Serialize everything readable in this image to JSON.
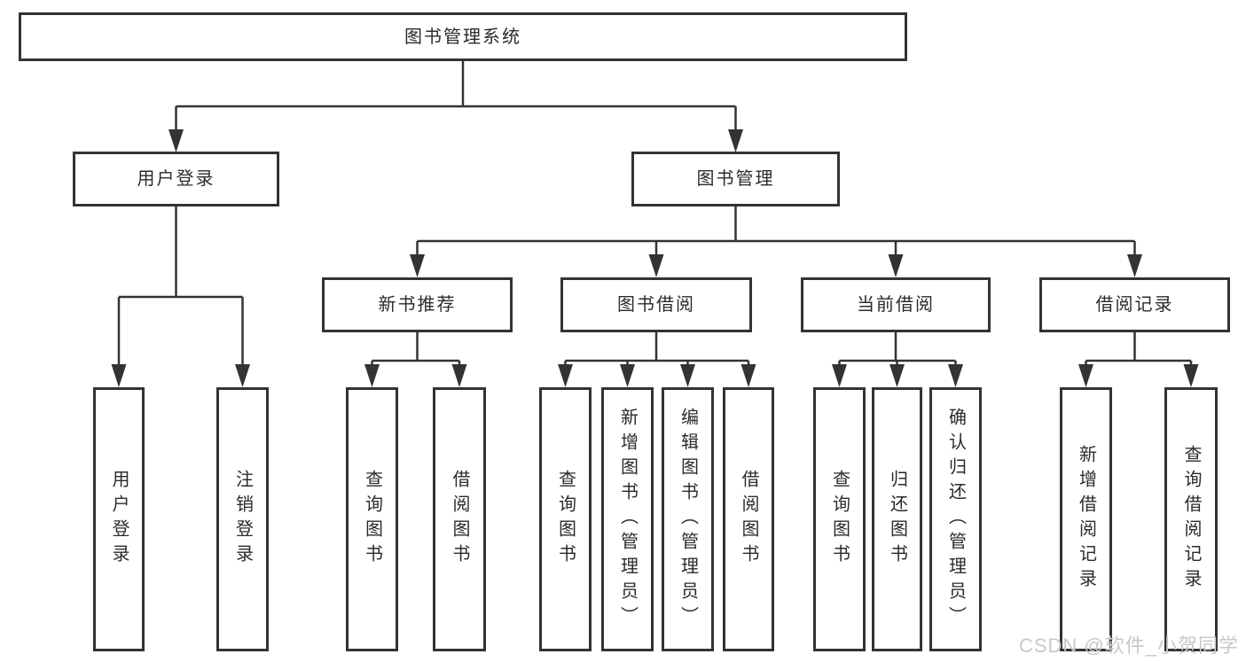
{
  "diagram": {
    "nodes": {
      "root": "图书管理系统",
      "user_login": "用户登录",
      "book_mgmt": "图书管理",
      "new_book_rec": "新书推荐",
      "book_borrow": "图书借阅",
      "current_borrow": "当前借阅",
      "borrow_record": "借阅记录",
      "leaf_user_login": "用户登录",
      "leaf_logout": "注销登录",
      "leaf_nb_query": "查询图书",
      "leaf_nb_borrow": "借阅图书",
      "leaf_bb_query": "查询图书",
      "leaf_bb_add": "新增图书（管理员）",
      "leaf_bb_edit": "编辑图书（管理员）",
      "leaf_bb_borrow": "借阅图书",
      "leaf_cb_query": "查询图书",
      "leaf_cb_return": "归还图书",
      "leaf_cb_confirm": "确认归还（管理员）",
      "leaf_br_add": "新增借阅记录",
      "leaf_br_query": "查询借阅记录"
    },
    "hierarchy": {
      "图书管理系统": [
        "用户登录",
        "图书管理"
      ],
      "用户登录": [
        "用户登录",
        "注销登录"
      ],
      "图书管理": [
        "新书推荐",
        "图书借阅",
        "当前借阅",
        "借阅记录"
      ],
      "新书推荐": [
        "查询图书",
        "借阅图书"
      ],
      "图书借阅": [
        "查询图书",
        "新增图书（管理员）",
        "编辑图书（管理员）",
        "借阅图书"
      ],
      "当前借阅": [
        "查询图书",
        "归还图书",
        "确认归还（管理员）"
      ],
      "借阅记录": [
        "新增借阅记录",
        "查询借阅记录"
      ]
    },
    "colors": {
      "line": "#333333",
      "text": "#2b2b2b",
      "background": "#ffffff",
      "watermark_color": "#c8c8c8"
    },
    "watermark": "CSDN @软件_小贺同学"
  }
}
